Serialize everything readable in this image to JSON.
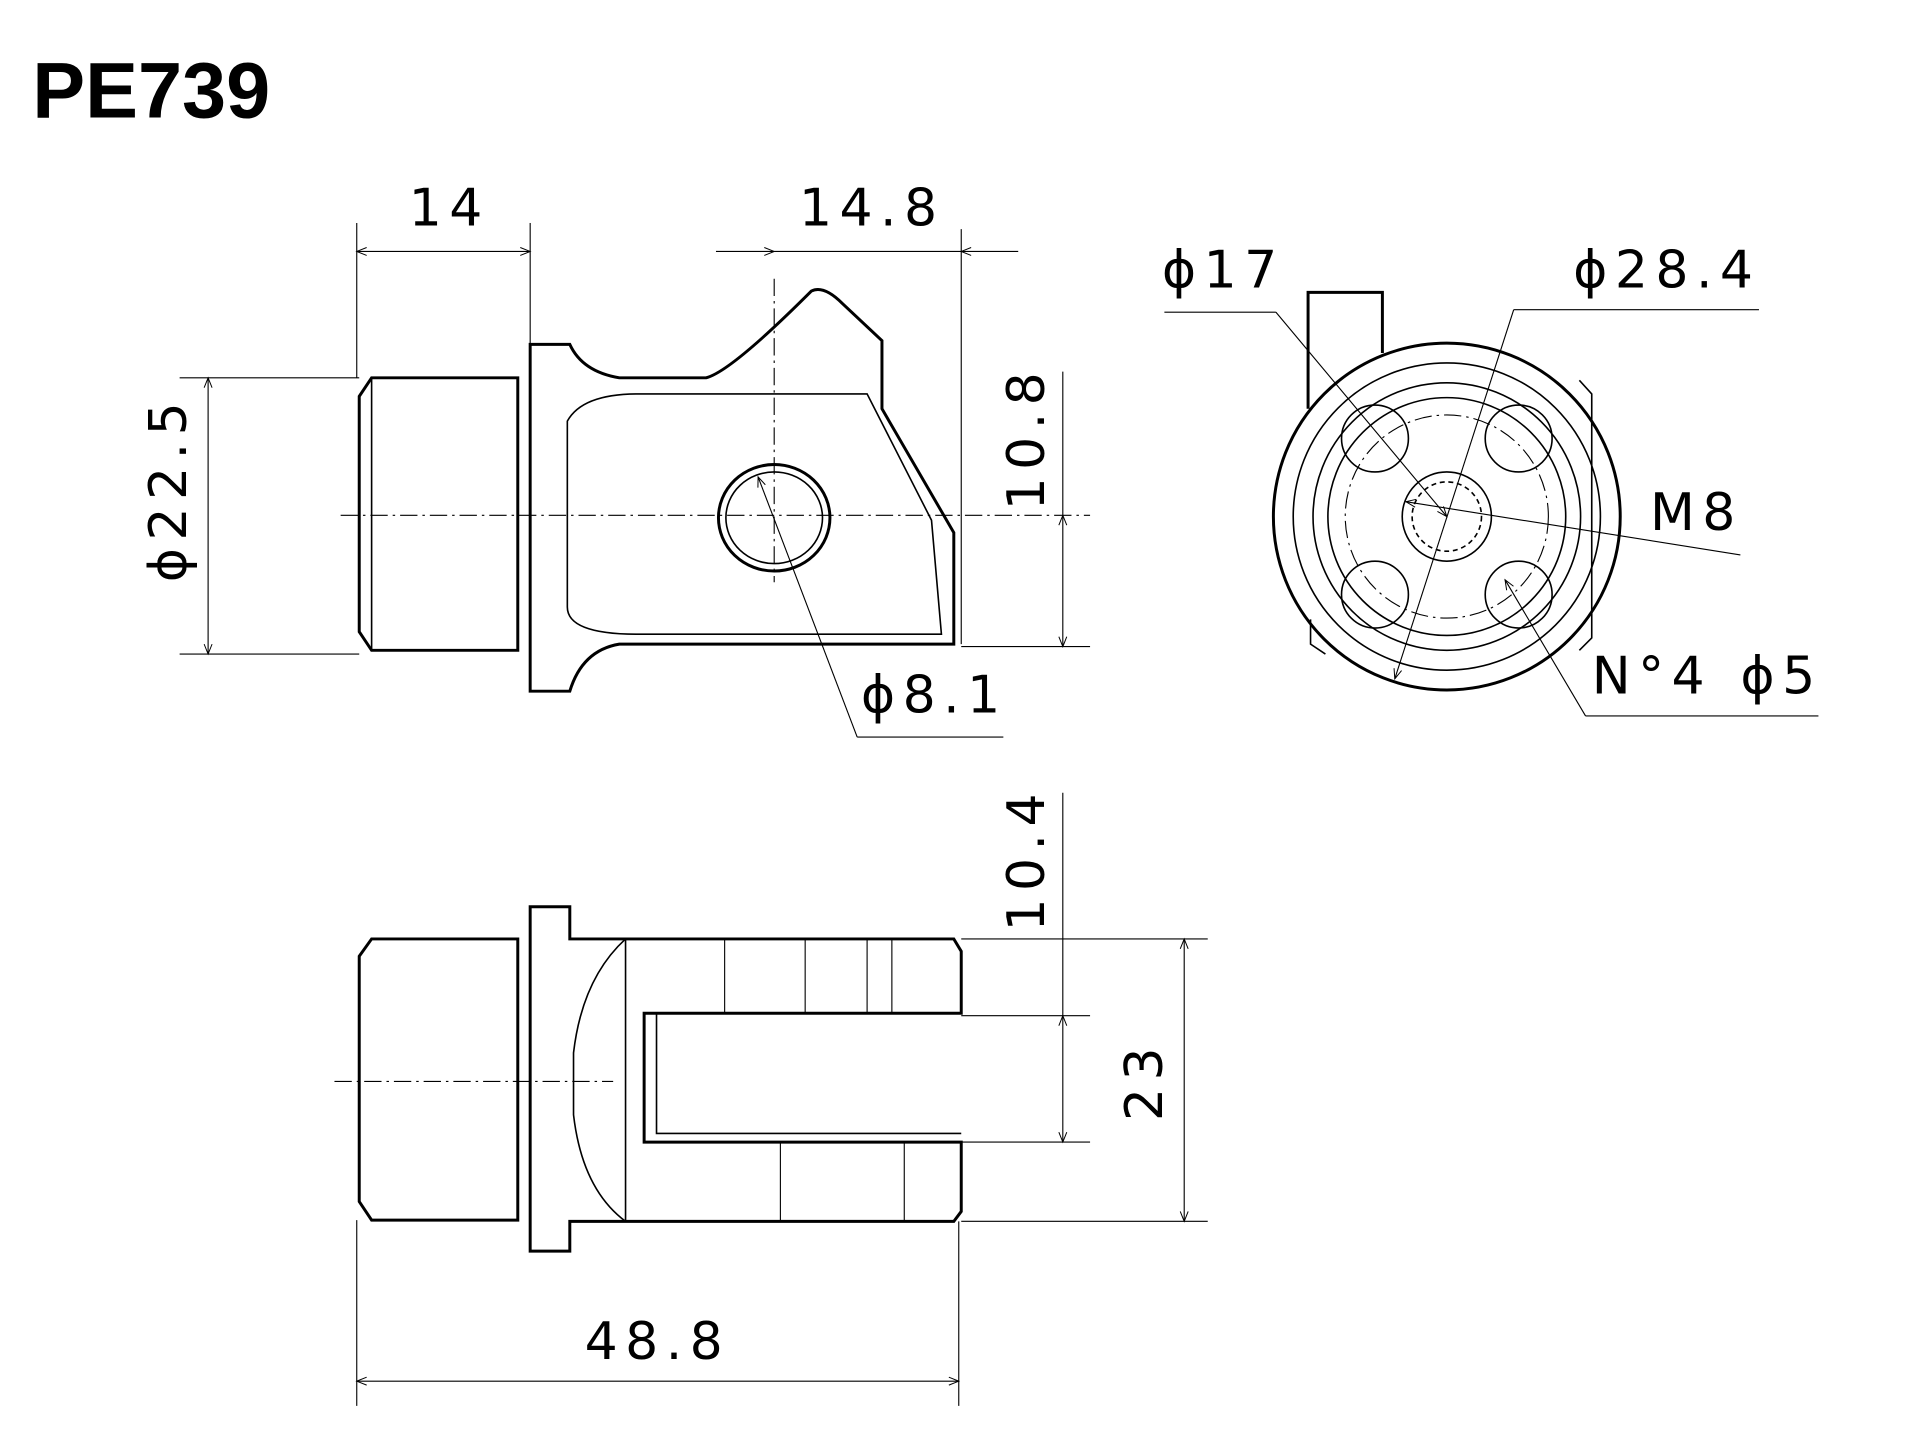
{
  "title": "PE739",
  "side_view": {
    "dim_length_flange": "14",
    "dim_hole_offset": "14.8",
    "dim_diameter": "ϕ22.5",
    "dim_height": "10.8",
    "dim_hole": "ϕ8.1"
  },
  "end_view": {
    "dim_inner": "ϕ17",
    "dim_pcd": "ϕ28.4",
    "dim_thread": "M8",
    "dim_holes_count": "N°4",
    "dim_holes_diameter": "ϕ5"
  },
  "top_view": {
    "dim_offset": "10.4",
    "dim_width": "23",
    "dim_length": "48.8"
  }
}
